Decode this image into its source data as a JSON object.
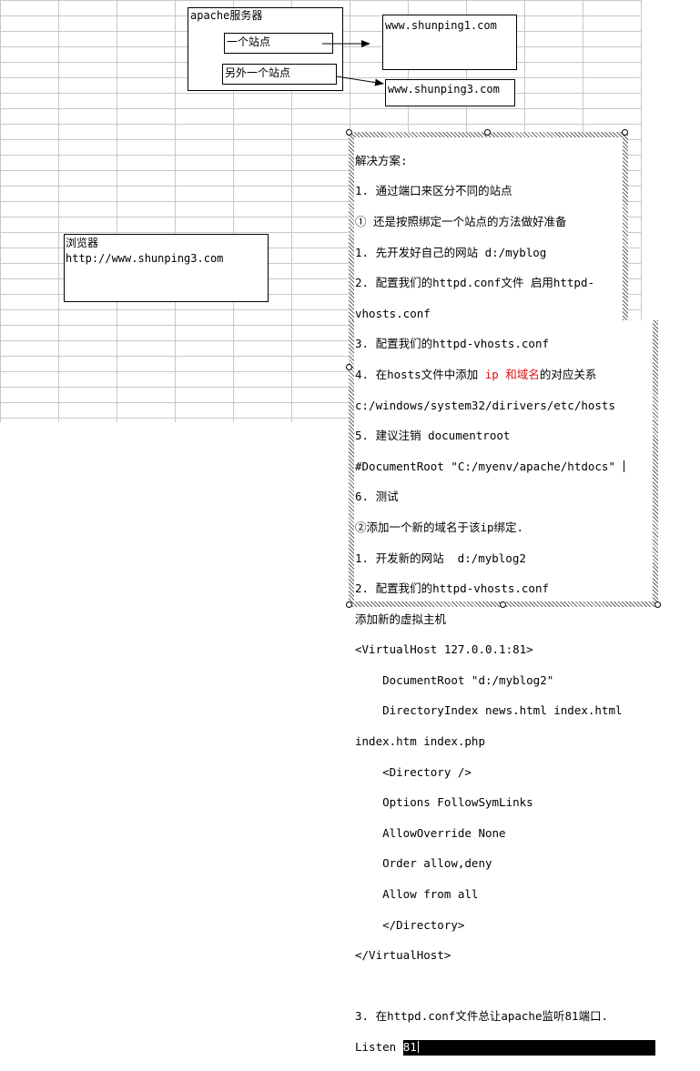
{
  "server_box": {
    "title": "apache服务器",
    "site1": "一个站点",
    "site2": "另外一个站点"
  },
  "url1": "www.shunping1.com",
  "url2": "www.shunping3.com",
  "browser": {
    "title": "浏览器",
    "url": "http://www.shunping3.com"
  },
  "notes": {
    "lines": [
      "解决方案:",
      "1. 通过端口来区分不同的站点",
      "① 还是按照绑定一个站点的方法做好准备",
      "1. 先开发好自己的网站 d:/myblog",
      "2. 配置我们的httpd.conf文件 启用httpd-",
      "vhosts.conf",
      "3. 配置我们的httpd-vhosts.conf",
      "4. 在hosts文件中添加 ",
      "c:/windows/system32/dirivers/etc/hosts",
      "5. 建议注销 documentroot",
      "#DocumentRoot \"C:/myenv/apache/htdocs\"",
      "6. 测试",
      "②添加一个新的域名于该ip绑定.",
      "1. 开发新的网站  d:/myblog2",
      "2. 配置我们的httpd-vhosts.conf",
      "添加新的虚拟主机",
      "<VirtualHost 127.0.0.1:81>",
      "    DocumentRoot \"d:/myblog2\"",
      "    DirectoryIndex news.html index.html",
      "index.htm index.php",
      "    <Directory />",
      "    Options FollowSymLinks",
      "    AllowOverride None",
      "    Order allow,deny",
      "    Allow from all",
      "    </Directory>",
      "</VirtualHost>",
      "",
      "3. 在httpd.conf文件总让apache监听81端口.",
      "Listen "
    ],
    "red_part": "ip 和域名",
    "after_red": "的对应关系",
    "listen_value": "81"
  }
}
